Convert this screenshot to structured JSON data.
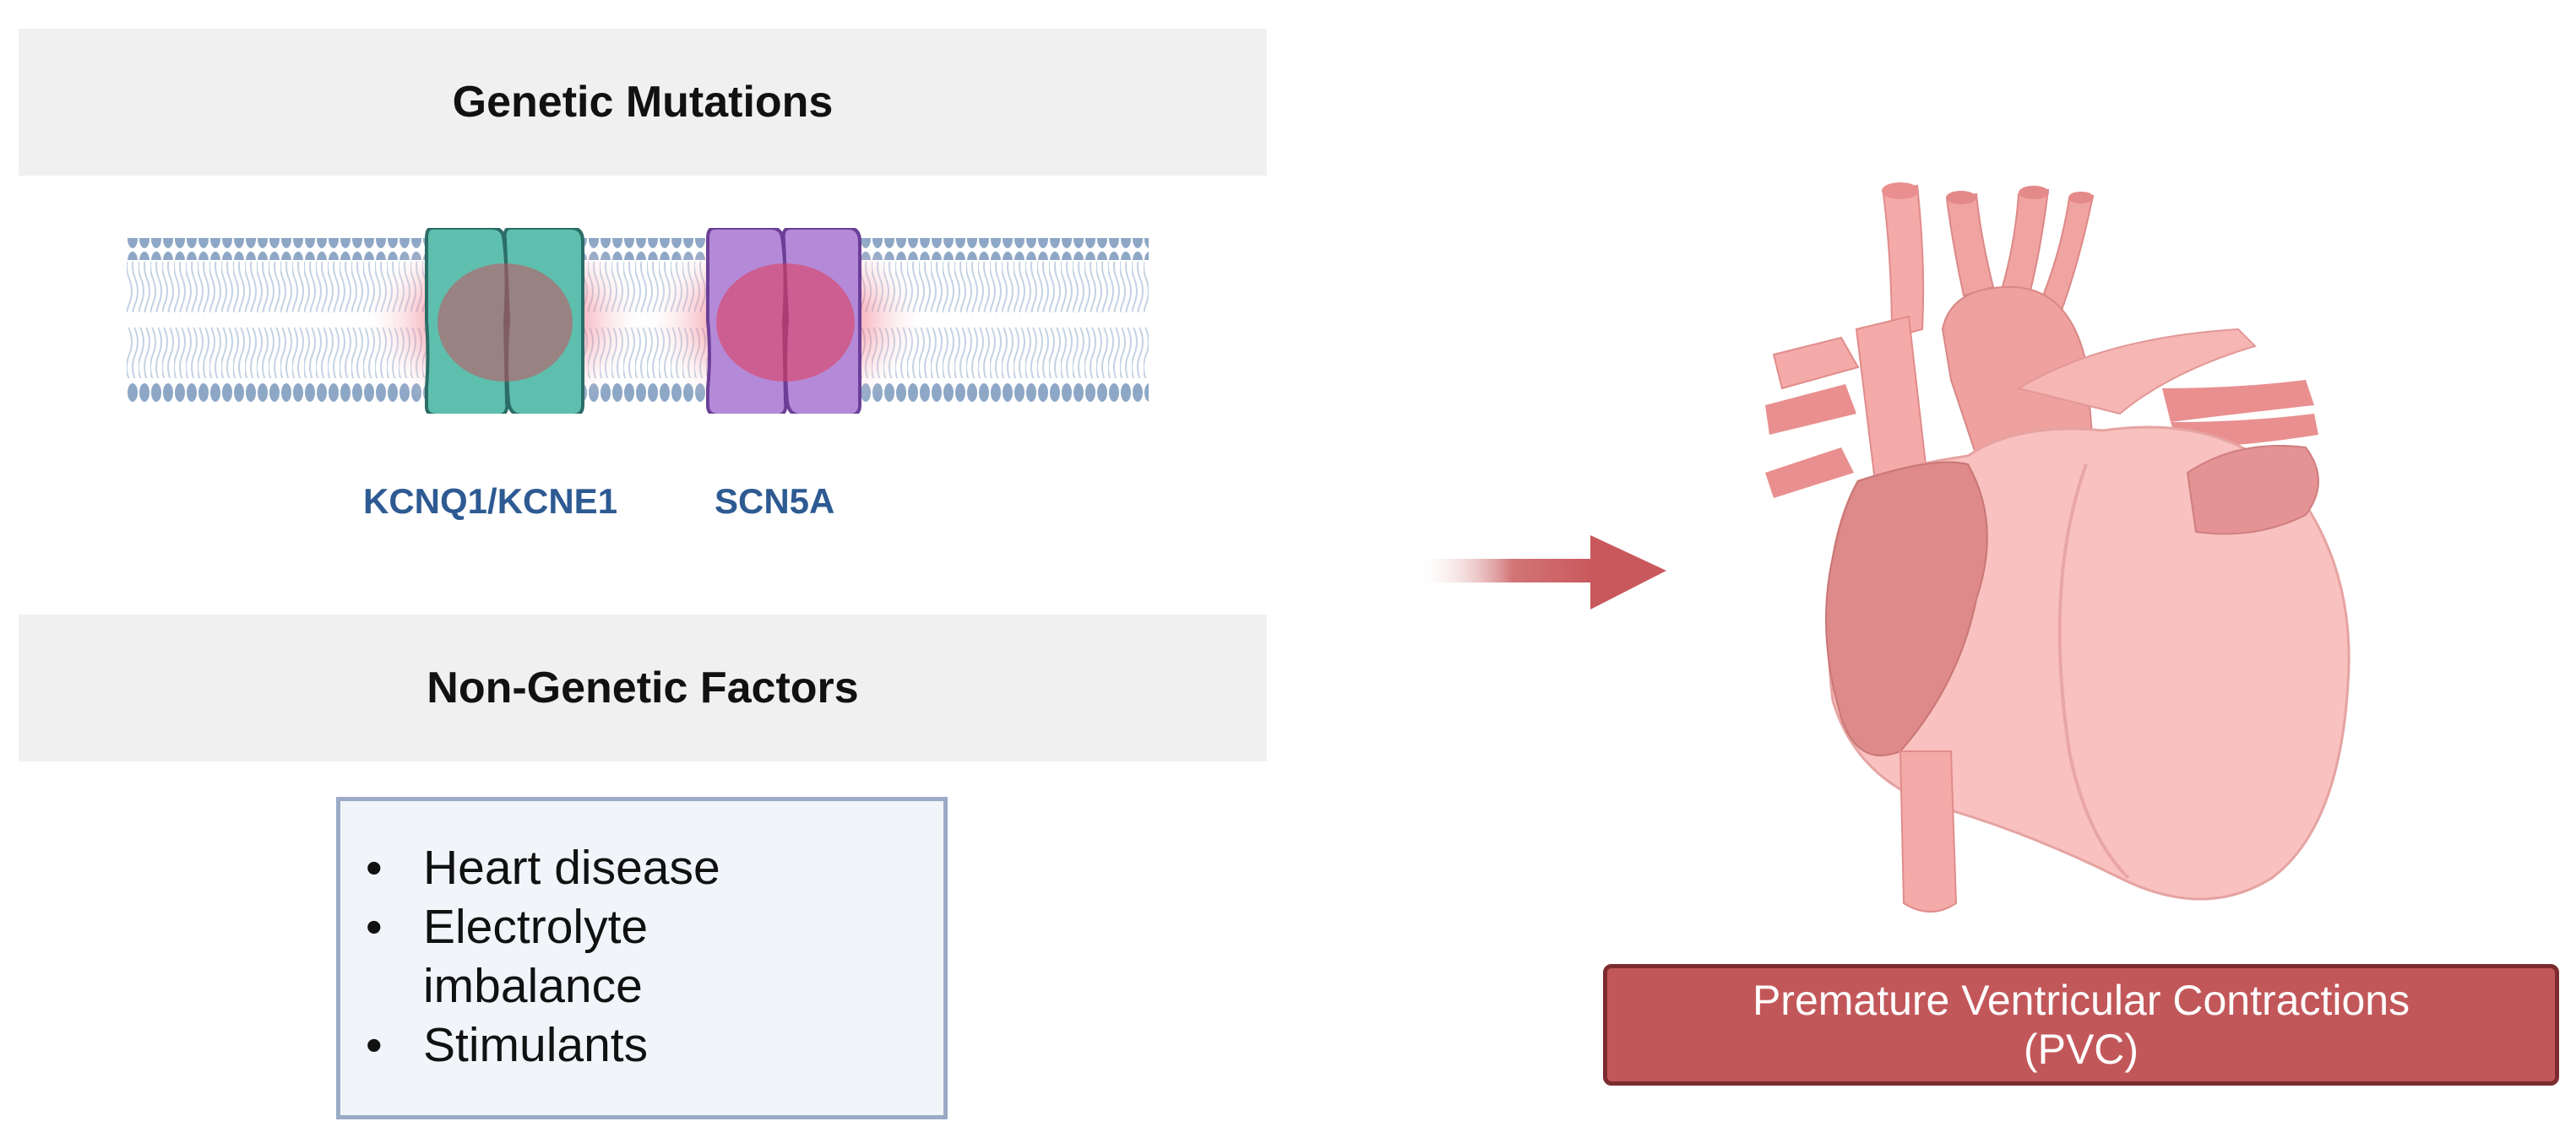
{
  "panels": {
    "genetic_title": "Genetic Mutations",
    "nongenetic_title": "Non-Genetic Factors"
  },
  "channels": [
    {
      "label": "KCNQ1/KCNE1",
      "color": "#5fbfae"
    },
    {
      "label": "SCN5A",
      "color": "#b48ad8"
    }
  ],
  "factors": {
    "items": [
      "Heart disease",
      "Electrolyte",
      "imbalance",
      "Stimulants"
    ]
  },
  "outcome": {
    "line1": "Premature Ventricular Contractions",
    "line2": "(PVC)"
  },
  "colors": {
    "membrane": "#9fb4cf",
    "heart": "#f4aaa8",
    "arrow": "#c9585c",
    "outcome_box": "#c2575a"
  },
  "icons": [
    "lipid-membrane-icon",
    "ion-channel-icon",
    "arrow-right-icon",
    "heart-icon"
  ]
}
